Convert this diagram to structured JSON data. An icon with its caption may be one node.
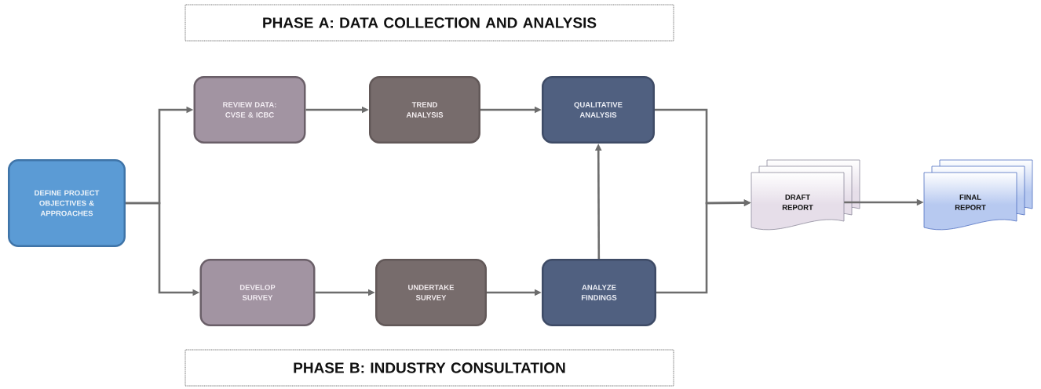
{
  "diagram": {
    "nodes": [
      {
        "text": [
          "PHASE A:   DATA COLLECTION AND ANALYSIS"
        ]
      },
      {
        "text": [
          "DEFINE PROJECT OBJECTIVES & APPROACHES"
        ]
      },
      {
        "text": [
          "REVIEW DATA: CVSE & ICBC"
        ]
      },
      {
        "text": [
          "TREND ANALYSIS"
        ]
      },
      {
        "text": [
          "QUALITATIVE ANALYSIS"
        ]
      },
      {
        "text": [
          "DEVELOP SURVEY"
        ]
      },
      {
        "text": [
          "UNDERTAKE SURVEY"
        ]
      },
      {
        "text": [
          "ANALYZE FINDINGS"
        ]
      },
      {
        "text": [
          "DRAFT REPORT"
        ]
      },
      {
        "text": [
          "FINAL REPORT"
        ]
      },
      {
        "text": [
          "PHASE B:   INDUSTRY CONSULTATION"
        ]
      }
    ],
    "edges": [
      {
        "from": 1,
        "to": 2,
        "arrow": "to"
      },
      {
        "from": 1,
        "to": 5,
        "arrow": "to"
      },
      {
        "from": 2,
        "to": 3,
        "arrow": "to"
      },
      {
        "from": 3,
        "to": 4,
        "arrow": "to"
      },
      {
        "from": 5,
        "to": 6,
        "arrow": "to"
      },
      {
        "from": 6,
        "to": 7,
        "arrow": "to"
      },
      {
        "from": 7,
        "to": 4,
        "arrow": "to"
      },
      {
        "from": 4,
        "to": 8,
        "arrow": "to"
      },
      {
        "from": 7,
        "to": 8,
        "arrow": "to"
      },
      {
        "from": 8,
        "to": 9,
        "arrow": "to"
      }
    ]
  }
}
